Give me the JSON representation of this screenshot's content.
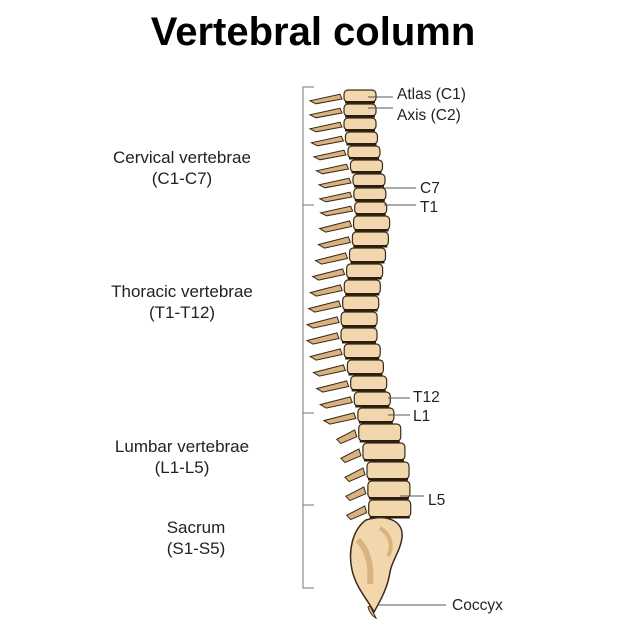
{
  "title": "Vertebral column",
  "regions": [
    {
      "name": "Cervical vertebrae",
      "range": "(C1-C7)"
    },
    {
      "name": "Thoracic vertebrae",
      "range": "(T1-T12)"
    },
    {
      "name": "Lumbar vertebrae",
      "range": "(L1-L5)"
    },
    {
      "name": "Sacrum",
      "range": "(S1-S5)"
    }
  ],
  "labels": {
    "atlas": "Atlas (C1)",
    "axis": "Axis (C2)",
    "c7": "C7",
    "t1": "T1",
    "t12": "T12",
    "l1": "L1",
    "l5": "L5",
    "coccyx": "Coccyx"
  },
  "colors": {
    "bone": "#F2D6AC",
    "bone_shade": "#D9B27F",
    "outline": "#3a2a1a",
    "leader": "#555555"
  }
}
